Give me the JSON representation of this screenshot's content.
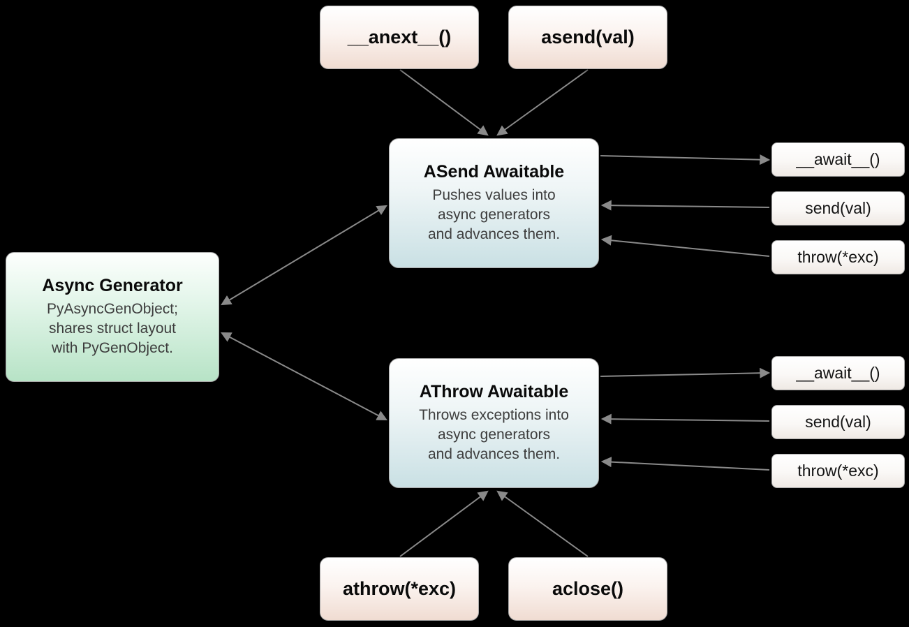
{
  "diagram": {
    "colors": {
      "background": "#000000",
      "arrow": "#8a8a8a",
      "border": "#a8a8a8",
      "warm_box_bottom": "#f0dcd2",
      "teal_box_bottom": "#c9e0e4",
      "green_box_bottom": "#b7e3c6"
    },
    "anext": {
      "label": "__anext__()"
    },
    "asend": {
      "label": "asend(val)"
    },
    "athrow": {
      "label": "athrow(*exc)"
    },
    "aclose": {
      "label": "aclose()"
    },
    "async_generator": {
      "title": "Async Generator",
      "lines": [
        "PyAsyncGenObject;",
        "shares struct layout",
        "with PyGenObject."
      ]
    },
    "asend_awaitable": {
      "title": "ASend Awaitable",
      "lines": [
        "Pushes values into",
        "async generators",
        "and advances them."
      ],
      "methods": {
        "await": "__await__()",
        "send": "send(val)",
        "throw": "throw(*exc)"
      }
    },
    "athrow_awaitable": {
      "title": "AThrow Awaitable",
      "lines": [
        "Throws exceptions into",
        "async generators",
        "and advances them."
      ],
      "methods": {
        "await": "__await__()",
        "send": "send(val)",
        "throw": "throw(*exc)"
      }
    }
  }
}
